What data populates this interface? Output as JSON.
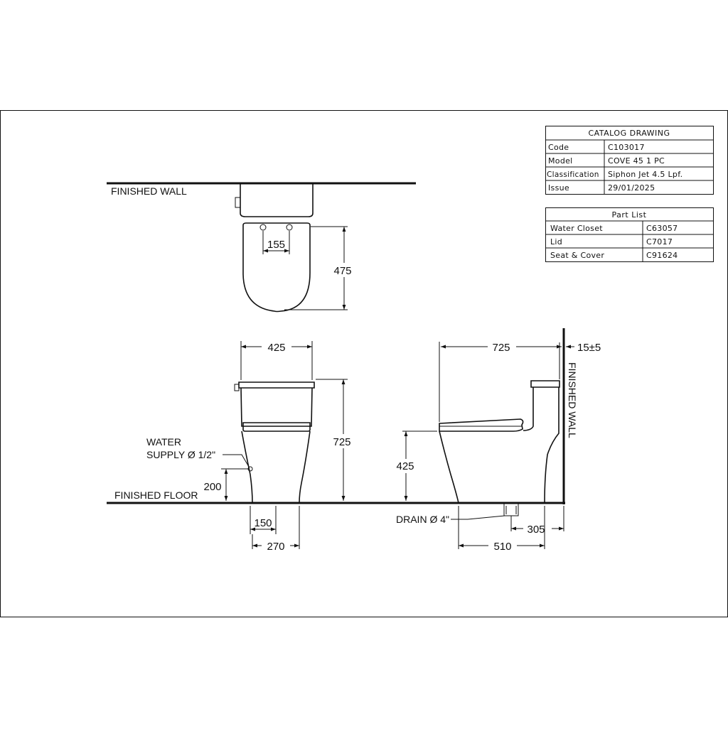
{
  "catalog": {
    "header": "CATALOG  DRAWING",
    "rows": [
      {
        "label": "Code",
        "value": "C103017"
      },
      {
        "label": "Model",
        "value": "COVE  45  1  PC"
      },
      {
        "label": "Classification",
        "value": "Siphon  Jet  4.5  Lpf."
      },
      {
        "label": "Issue",
        "value": "29/01/2025"
      }
    ]
  },
  "parts": {
    "header": "Part  List",
    "rows": [
      {
        "label": "Water  Closet",
        "value": "C63057"
      },
      {
        "label": "Lid",
        "value": "C7017"
      },
      {
        "label": "Seat  &  Cover",
        "value": "C91624"
      }
    ]
  },
  "labels": {
    "finished_wall_top": "FINISHED WALL",
    "finished_wall_side": "FINISHED WALL",
    "finished_floor": "FINISHED FLOOR",
    "water_supply_line1": "WATER",
    "water_supply_line2": "SUPPLY Ø 1/2\"",
    "drain": "DRAIN Ø 4\""
  },
  "dimensions": {
    "bolt_spacing": "155",
    "seat_depth": "475",
    "front_width": "425",
    "front_height": "725",
    "supply_height": "200",
    "supply_offset": "150",
    "base_width": "270",
    "side_depth": "725",
    "wall_gap": "15±5",
    "seat_height": "425",
    "rough_in": "305",
    "base_depth": "510"
  }
}
